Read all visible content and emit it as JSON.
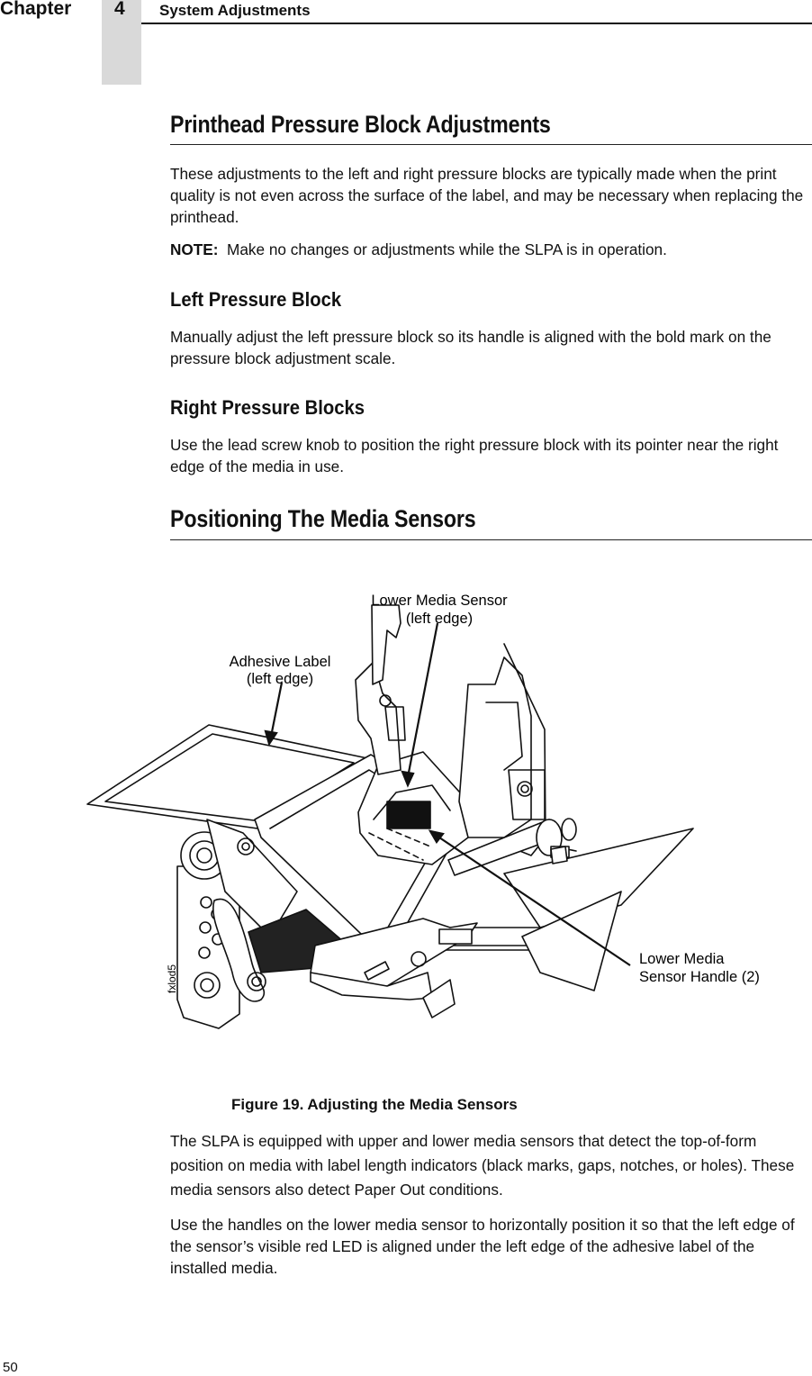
{
  "header": {
    "chapter_label": "Chapter",
    "chapter_number": "4",
    "running_head": "System Adjustments"
  },
  "sections": {
    "pressure": {
      "title": "Printhead Pressure Block Adjustments",
      "intro": "These adjustments to the left and right pressure blocks are typically made when the print quality is not even across the surface of the label, and may be necessary when replacing the printhead.",
      "note_label": "NOTE:",
      "note_text": "Make no changes or adjustments while the SLPA is in operation.",
      "left_title": "Left Pressure Block",
      "left_text": "Manually adjust the left pressure block so its handle is aligned with the bold mark on the pressure block adjustment scale.",
      "right_title": "Right Pressure Blocks",
      "right_text": "Use the lead screw knob to position the right pressure block with its pointer near the right edge of the media in use."
    },
    "sensors": {
      "title": "Positioning The Media Sensors",
      "para1": "The SLPA is equipped with upper and lower media sensors that detect the top-of-form position on media with label length indicators (black marks, gaps, notches, or holes). These media sensors also detect Paper Out conditions.",
      "para2": "Use the handles on the lower media sensor to horizontally position it so that the left edge of the sensor’s visible red LED is aligned under the left edge of the adhesive label of the installed media."
    }
  },
  "figure": {
    "caption": "Figure 19. Adjusting the Media Sensors",
    "callout_lower_sensor_line1": "Lower Media Sensor",
    "callout_lower_sensor_line2": "(left edge)",
    "callout_adhesive_line1": "Adhesive Label",
    "callout_adhesive_line2": "(left edge)",
    "callout_handle_line1": "Lower Media",
    "callout_handle_line2": "Sensor Handle (2)",
    "art_id": "fxlod5"
  },
  "page_number": "50"
}
